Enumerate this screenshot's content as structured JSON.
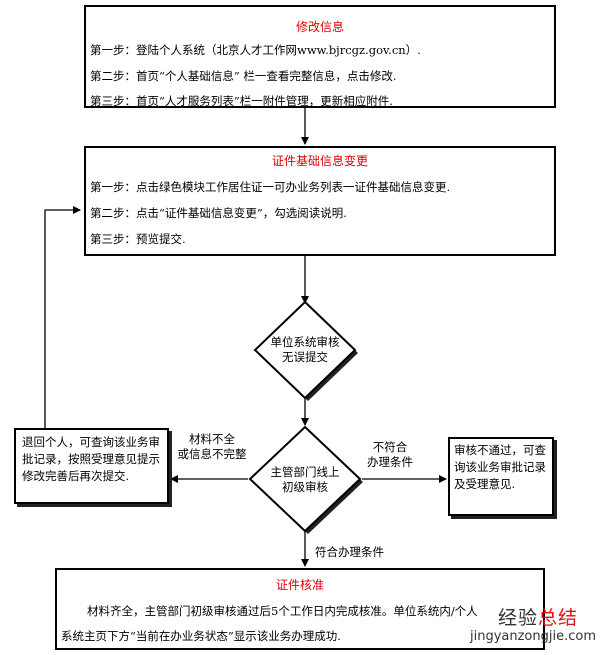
{
  "box1": {
    "title": "修改信息",
    "steps": [
      "第一步：登陆个人系统（北京人才工作网www.bjrcgz.gov.cn）.",
      "第二步：首页“个人基础信息” 栏一查看完整信息，点击修改.",
      "第三步：首页“人才服务列表”栏一附件管理，更新相应附件."
    ]
  },
  "box2": {
    "title": "证件基础信息变更",
    "steps": [
      "第一步：点击绿色模块工作居住证一可办业务列表一证件基础信息变更.",
      "第二步：点击“证件基础信息变更”，勾选阅读说明.",
      "第三步：预览提交."
    ]
  },
  "diamond1": {
    "line1": "单位系统审核",
    "line2": "无误提交"
  },
  "diamond2": {
    "line1": "主管部门线上",
    "line2": "初级审核"
  },
  "left_box": {
    "text": "退回个人，可查询该业务审批记录，按照受理意见提示修改完善后再次提交."
  },
  "right_box": {
    "text": "审核不通过，可查询该业务审批记录及受理意见."
  },
  "labels": {
    "left_l1": "材料不全",
    "left_l2": "或信息不完整",
    "right_l1": "不符合",
    "right_l2": "办理条件",
    "bottom": "符合办理条件"
  },
  "box3": {
    "title": "证件核准",
    "line1": "材料齐全，主管部门初级审核通过后5个工作日内完成核准。单位系统内/个人",
    "line2": "系统主页下方“当前在办业务状态”显示该业务办理成功."
  },
  "watermark": {
    "cn_a": "经验",
    "cn_b": "总结",
    "url": "jingyanzongjie.com"
  }
}
